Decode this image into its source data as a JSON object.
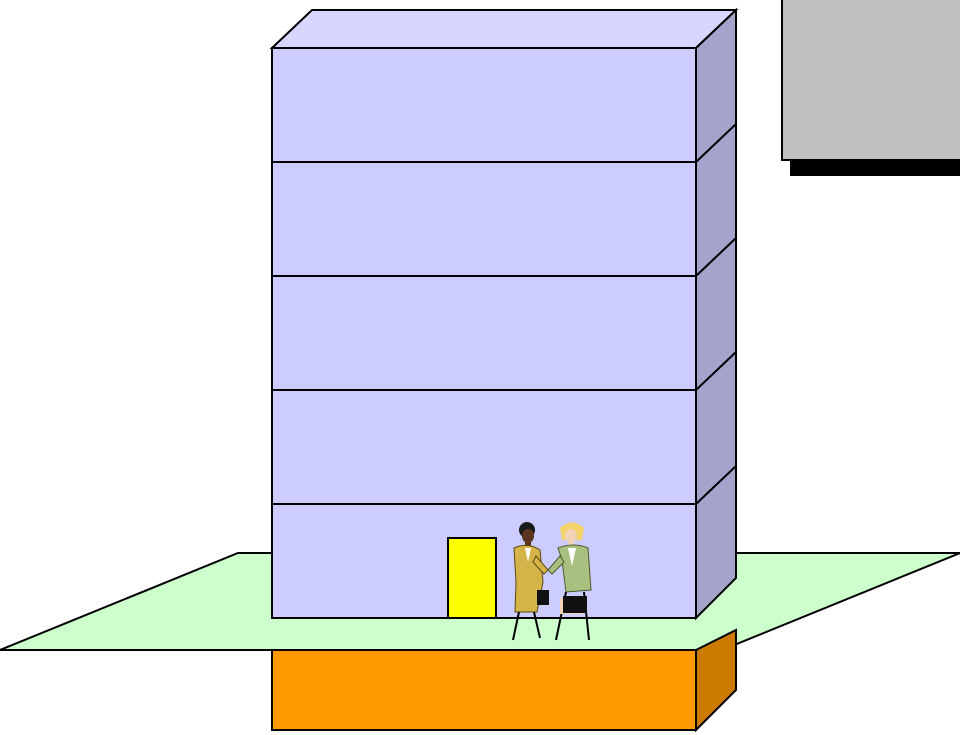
{
  "scene": {
    "colors": {
      "ground": "#ccffcc",
      "basement_front": "#ff9900",
      "basement_side": "#cc7a00",
      "floor_front": "#ccccff",
      "floor_side": "#a3a3cc",
      "roof": "#d6d6ff",
      "door": "#ffff00",
      "panel_fill": "#c0c0c0",
      "panel_shadow": "#000000",
      "outline": "#000000"
    },
    "floors": [
      {
        "id": "floor-1"
      },
      {
        "id": "floor-2"
      },
      {
        "id": "floor-3"
      },
      {
        "id": "floor-4"
      },
      {
        "id": "floor-5"
      }
    ],
    "people": [
      {
        "id": "woman-left",
        "skin": "#5a3520",
        "hair": "#1a1a1a",
        "suit": "#d4b448",
        "briefcase": "#111111"
      },
      {
        "id": "woman-right",
        "skin": "#f2d2b8",
        "hair": "#f2d36a",
        "suit": "#a8c080",
        "briefcase": "#111111"
      }
    ]
  }
}
